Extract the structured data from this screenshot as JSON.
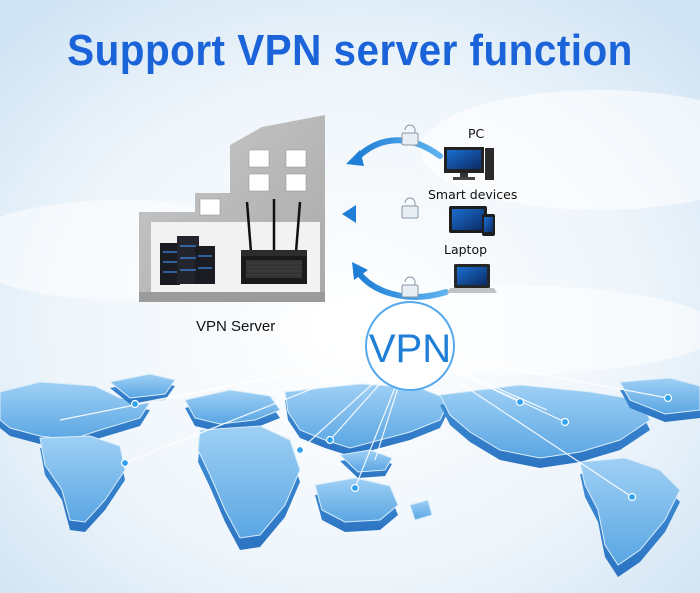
{
  "title": "Support VPN server function",
  "server_label": "VPN Server",
  "vpn_label": "VPN",
  "devices": [
    {
      "label": "PC",
      "icon": "desktop-pc-icon"
    },
    {
      "label": "Smart devices",
      "icon": "tablet-phone-icon"
    },
    {
      "label": "Laptop",
      "icon": "laptop-icon"
    }
  ],
  "colors": {
    "title": "#1a63d8",
    "accent_blue": "#2a8ad8",
    "map_blue": "#6fb3e8",
    "building_gray": "#b9b9b9"
  }
}
